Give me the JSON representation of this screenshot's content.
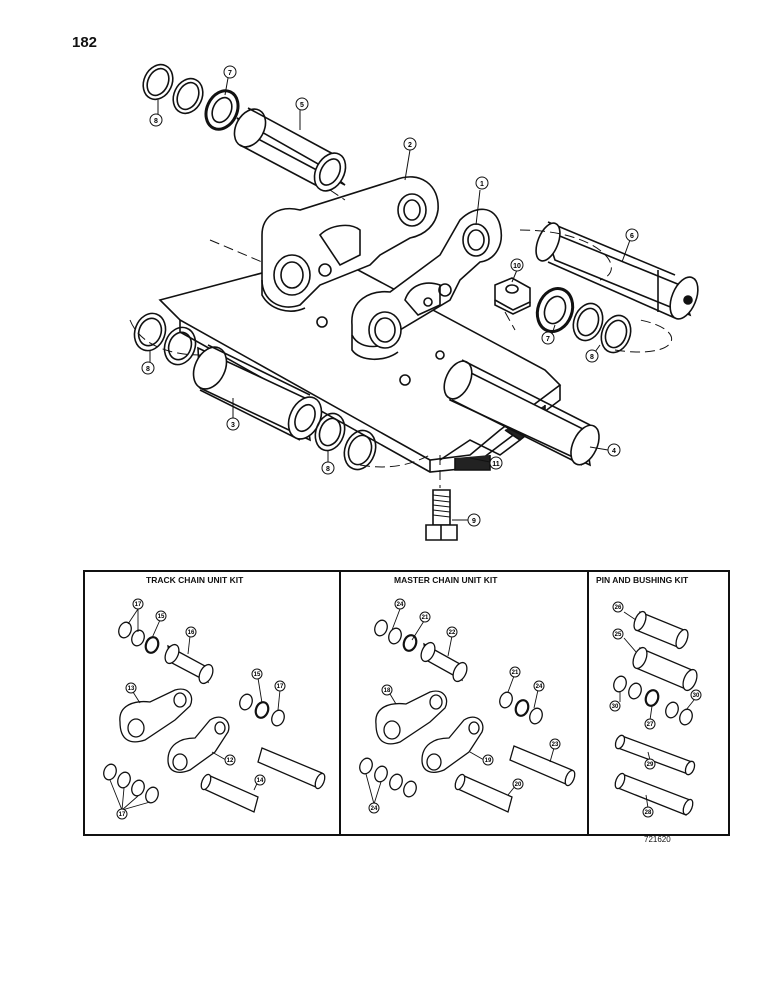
{
  "page": {
    "number": "182",
    "drawing_number": "721620"
  },
  "main_callouts": {
    "c1": "1",
    "c2": "2",
    "c3": "3",
    "c4": "4",
    "c5": "5",
    "c6": "6",
    "c7a": "7",
    "c7b": "7",
    "c8a": "8",
    "c8b": "8",
    "c8c": "8",
    "c8d": "8",
    "c9": "9",
    "c10": "10",
    "c11": "11"
  },
  "kits": {
    "track": {
      "title": "TRACK CHAIN UNIT KIT",
      "callouts": {
        "a17": "17",
        "a15": "15",
        "a16": "16",
        "a13": "13",
        "b15": "15",
        "b17": "17",
        "a12": "12",
        "a14": "14",
        "c17": "17"
      }
    },
    "master": {
      "title": "MASTER CHAIN UNIT KIT",
      "callouts": {
        "a24": "24",
        "a21": "21",
        "a22": "22",
        "a18": "18",
        "b21": "21",
        "b24": "24",
        "a19": "19",
        "a23": "23",
        "c24": "24",
        "a20": "20"
      }
    },
    "pin": {
      "title": "PIN AND BUSHING KIT",
      "callouts": {
        "a26": "26",
        "a25": "25",
        "a30": "30",
        "b30": "30",
        "a27": "27",
        "a29": "29",
        "a28": "28"
      }
    }
  }
}
